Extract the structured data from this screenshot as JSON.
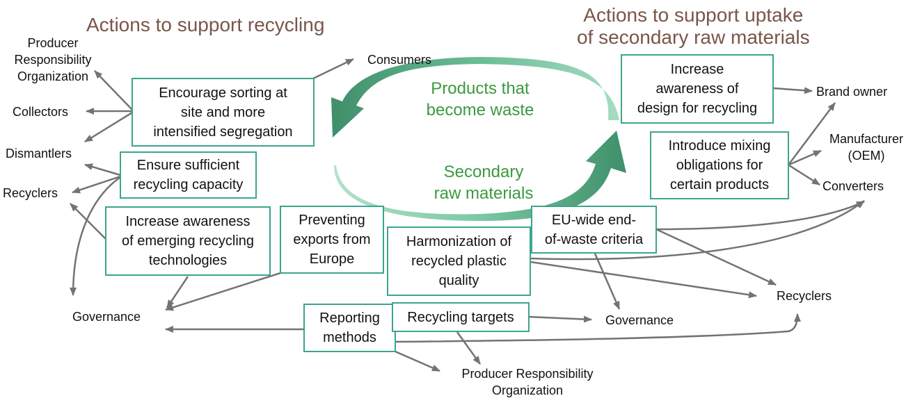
{
  "headings": {
    "recycling": "Actions to support recycling",
    "uptake": "Actions to support uptake\nof secondary raw materials"
  },
  "cycle": {
    "top": "Products that\nbecome waste",
    "bottom": "Secondary\nraw materials"
  },
  "actions": {
    "encourage_sorting": "Encourage sorting at\nsite and more\nintensified segregation",
    "recycling_capacity": "Ensure sufficient\nrecycling capacity",
    "emerging_technologies": "Increase awareness\nof emerging recycling\ntechnologies",
    "preventing_exports": "Preventing\nexports from\nEurope",
    "harmonization": "Harmonization of\nrecycled plastic\nquality",
    "end_of_waste": "EU-wide end-\nof-waste criteria",
    "design_for_recycling": "Increase\nawareness of\ndesign for recycling",
    "mixing_obligations": "Introduce mixing\nobligations for\ncertain products",
    "reporting_methods": "Reporting\nmethods",
    "recycling_targets": "Recycling targets"
  },
  "actors": {
    "pro_left": "Producer\nResponsibility\nOrganization",
    "collectors": "Collectors",
    "dismantlers": "Dismantlers",
    "recyclers_left": "Recyclers",
    "consumers": "Consumers",
    "governance_left": "Governance",
    "brand_owner": "Brand owner",
    "manufacturer": "Manufacturer\n(OEM)",
    "converters": "Converters",
    "recyclers_right": "Recyclers",
    "governance_mid": "Governance",
    "pro_bottom": "Producer Responsibility\nOrganization"
  },
  "colors": {
    "heading": "#7a5548",
    "box_border": "#3aa58e",
    "cycle_text": "#3a9a3e",
    "arrow": "#737373"
  }
}
